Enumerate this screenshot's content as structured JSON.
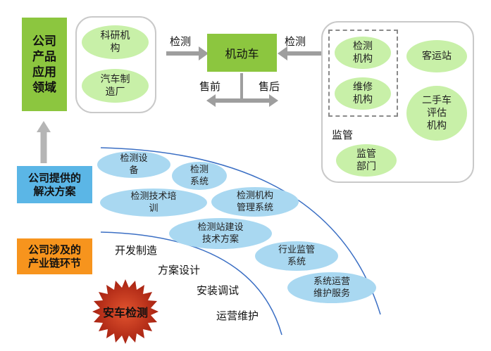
{
  "left_block": {
    "lines": [
      "公司",
      "产品",
      "应用",
      "领域"
    ]
  },
  "panel_left": {
    "items": [
      {
        "lines": [
          "科研机",
          "构"
        ]
      },
      {
        "lines": [
          "汽车制",
          "造厂"
        ]
      }
    ]
  },
  "center": {
    "vehicle": "机动车",
    "left_arrow_label": "检测",
    "right_arrow_label": "检测",
    "presale": "售前",
    "aftersale": "售后"
  },
  "panel_right": {
    "dashed_items": [
      {
        "lines": [
          "检测",
          "机构"
        ]
      },
      {
        "lines": [
          "维修",
          "机构"
        ]
      }
    ],
    "passenger_station": "客运站",
    "used_car": {
      "lines": [
        "二手车",
        "评估",
        "机构"
      ]
    },
    "supervise_label": "监管",
    "dept": {
      "lines": [
        "监管",
        "部门"
      ]
    }
  },
  "solutions": {
    "title": [
      "公司提供的",
      "解决方案"
    ],
    "items": [
      {
        "lines": [
          "检测设",
          "备"
        ]
      },
      {
        "lines": [
          "检测",
          "系统"
        ]
      },
      {
        "lines": [
          "检测技术培",
          "训"
        ]
      },
      {
        "lines": [
          "检测机构",
          "管理系统"
        ]
      },
      {
        "lines": [
          "检测站建设",
          "技术方案"
        ]
      },
      {
        "lines": [
          "行业监管",
          "系统"
        ]
      },
      {
        "lines": [
          "系统运营",
          "维护服务"
        ]
      }
    ]
  },
  "chain": {
    "title": [
      "公司涉及的",
      "产业链环节"
    ],
    "steps": [
      "开发制造",
      "方案设计",
      "安装调试",
      "运营维护"
    ],
    "badge": "安车检测"
  },
  "colors": {
    "green": "#8cc63f",
    "light_green": "#c8f0a8",
    "light_blue": "#a9d8f1",
    "blue": "#5bb6e6",
    "orange": "#f7941d",
    "badge_red": "#c0301a",
    "arrow_gray": "#9e9e9e"
  }
}
